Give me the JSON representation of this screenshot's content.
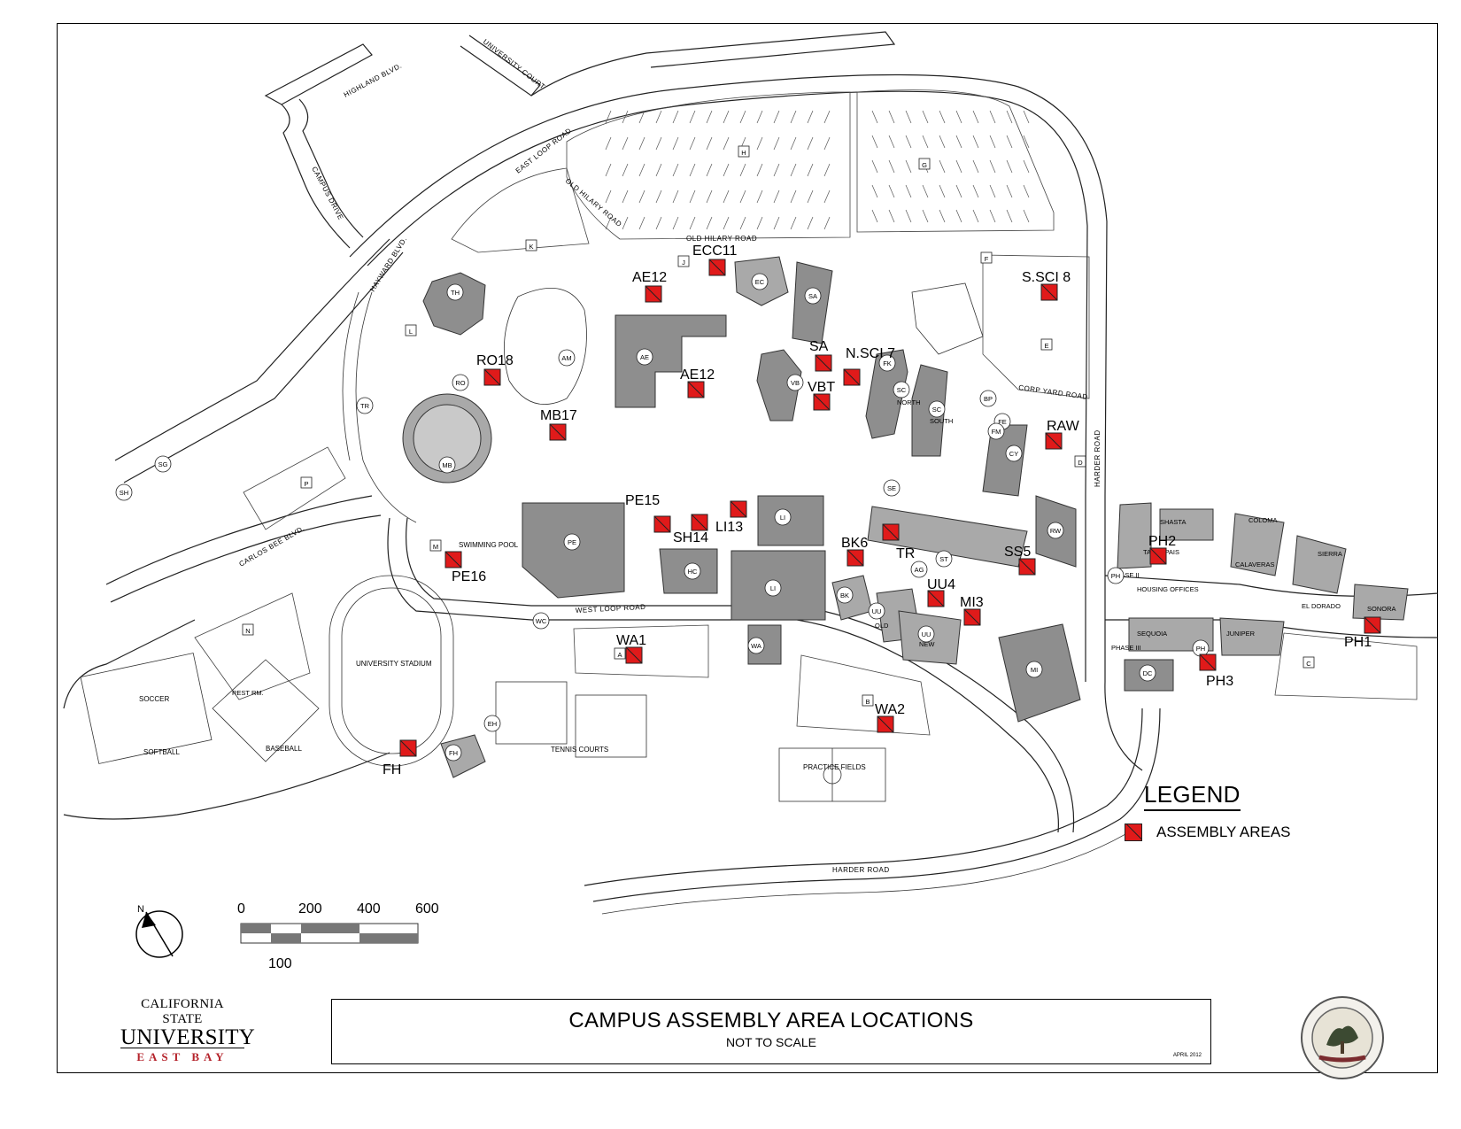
{
  "title": "CAMPUS ASSEMBLY AREA LOCATIONS",
  "subtitle": "NOT TO SCALE",
  "date": "APRIL 2012",
  "legend": {
    "heading": "LEGEND",
    "item_label": "ASSEMBLY AREAS",
    "item_color": "#e01a1a"
  },
  "logo": {
    "line1": "CALIFORNIA STATE",
    "line2": "UNIVERSITY",
    "line3": "EAST BAY",
    "accent_color": "#b5242c"
  },
  "seal_icon": "university-seal-icon",
  "north_arrow": {
    "label": "N"
  },
  "scale_bar": {
    "top_labels": [
      "0",
      "200",
      "400",
      "600"
    ],
    "bottom_labels": [
      "100"
    ]
  },
  "streets": {
    "highland": "HIGHLAND BLVD.",
    "university_court": "UNIVERSITY COURT",
    "campus_drive": "CAMPUS DRIVE",
    "hayward": "HAYWARD BLVD.",
    "east_loop": "EAST LOOP ROAD",
    "old_hilary_diag": "OLD HILARY ROAD",
    "old_hilary": "OLD HILARY ROAD",
    "harder_side": "HARDER ROAD",
    "harder_bottom": "HARDER ROAD",
    "carlos_bee": "CARLOS BEE BLVD.",
    "west_loop": "WEST LOOP ROAD",
    "corp_yard": "CORP YARD ROAD"
  },
  "facilities": {
    "swimming_pool": "SWIMMING POOL",
    "university_stadium": "UNIVERSITY STADIUM",
    "soccer": "SOCCER",
    "softball": "SOFTBALL",
    "baseball": "BASEBALL",
    "tennis_courts": "TENNIS COURTS",
    "practice_fields": "PRACTICE FIELDS",
    "housing_offices": "HOUSING OFFICES",
    "tamalpais": "TAMALPAIS",
    "sequoia": "SEQUOIA",
    "juniper": "JUNIPER",
    "calaveras": "CALAVERAS",
    "coloma": "COLOMA",
    "sierra": "SIERRA",
    "el_dorado": "EL DORADO",
    "sonora": "SONORA",
    "shasta": "SHASTA",
    "phase_ii": "PHASE II",
    "phase_iii": "PHASE III",
    "north": "NORTH",
    "south": "SOUTH",
    "old": "OLD",
    "new": "NEW",
    "rest_rm": "REST RM."
  },
  "parking_lots": [
    "H",
    "G",
    "K",
    "J",
    "F",
    "L",
    "E",
    "D",
    "P",
    "M",
    "N",
    "A",
    "B",
    "C"
  ],
  "building_codes": [
    "TH",
    "AM",
    "AE",
    "EC",
    "SA",
    "VB",
    "FK",
    "SC",
    "SC",
    "BP",
    "FE",
    "FM",
    "CY",
    "RO",
    "TR",
    "MB",
    "SG",
    "SH",
    "LI",
    "LI",
    "PE",
    "HC",
    "RW",
    "SE",
    "AG",
    "ST",
    "BK",
    "UU",
    "UU",
    "WA",
    "WC",
    "MI",
    "EH",
    "FH",
    "PH",
    "PH",
    "DC"
  ],
  "assembly_areas": [
    {
      "code": "ECC11"
    },
    {
      "code": "AE12"
    },
    {
      "code": "S.SCI 8"
    },
    {
      "code": "SA"
    },
    {
      "code": "N.SCI 7"
    },
    {
      "code": "RO18"
    },
    {
      "code": "AE12"
    },
    {
      "code": "VBT"
    },
    {
      "code": "MB17"
    },
    {
      "code": "RAW"
    },
    {
      "code": "PE15"
    },
    {
      "code": "SH14"
    },
    {
      "code": "LI13"
    },
    {
      "code": "BK6"
    },
    {
      "code": "TR"
    },
    {
      "code": "SS5"
    },
    {
      "code": "PH2"
    },
    {
      "code": "PE16"
    },
    {
      "code": "UU4"
    },
    {
      "code": "MI3"
    },
    {
      "code": "PH1"
    },
    {
      "code": "WA1"
    },
    {
      "code": "PH3"
    },
    {
      "code": "WA2"
    },
    {
      "code": "FH"
    }
  ]
}
